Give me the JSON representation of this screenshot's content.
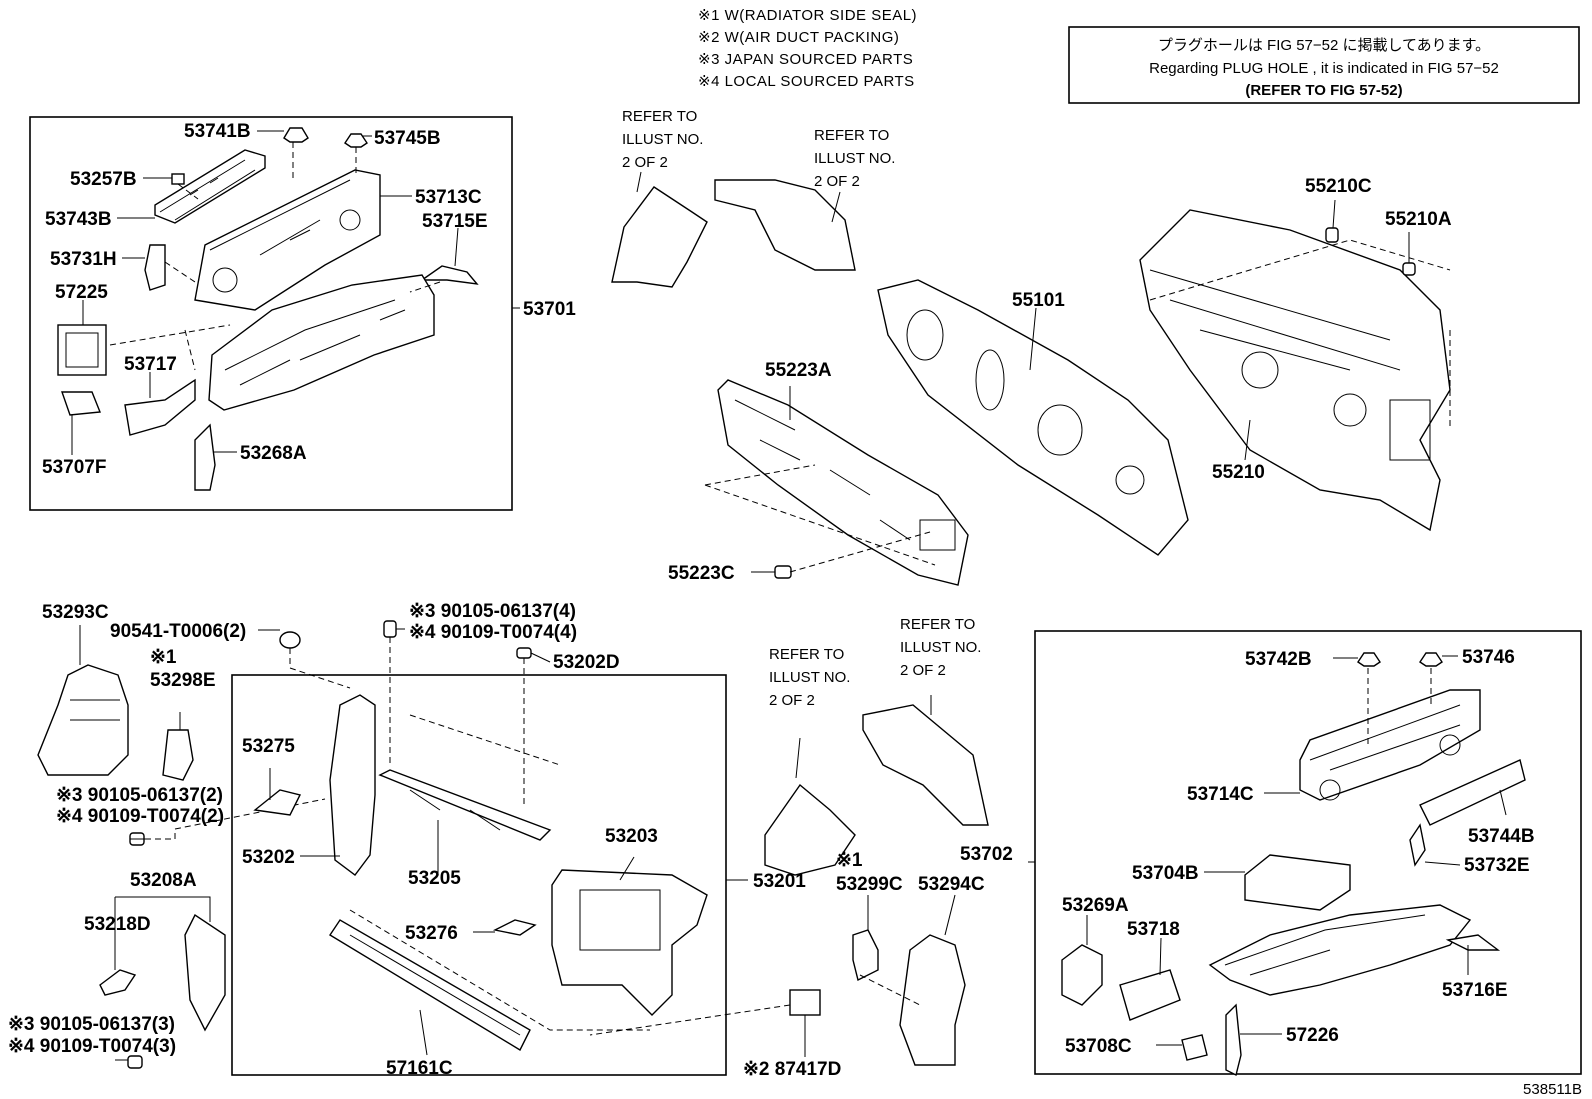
{
  "notes": [
    "※1 W(RADIATOR SIDE SEAL)",
    "※2 W(AIR DUCT PACKING)",
    "※3 JAPAN SOURCED PARTS",
    "※4 LOCAL SOURCED PARTS"
  ],
  "info_box": {
    "line1": "プラグホールは FIG 57−52 に掲載してあります。",
    "line2": "Regarding  PLUG  HOLE , it is indicated in FIG  57−52",
    "line3": "(REFER TO FIG 57-52)"
  },
  "refer_to": [
    "REFER TO",
    "ILLUST NO.",
    "2 OF 2"
  ],
  "labels": {
    "p53741B": "53741B",
    "p53745B": "53745B",
    "p53257B": "53257B",
    "p53743B": "53743B",
    "p53713C": "53713C",
    "p53715E": "53715E",
    "p53731H": "53731H",
    "p57225": "57225",
    "p53717": "53717",
    "p53701": "53701",
    "p53707F": "53707F",
    "p53268A": "53268A",
    "p55210C": "55210C",
    "p55210A": "55210A",
    "p55101": "55101",
    "p55223A": "55223A",
    "p55210": "55210",
    "p55223C": "55223C",
    "p53293C": "53293C",
    "p90541": "90541-T0006(2)",
    "m1a": "※1",
    "p53298E": "53298E",
    "b1a": "※3 90105-06137(2)",
    "b1b": "※4 90109-T0074(2)",
    "b2a": "※3 90105-06137(4)",
    "b2b": "※4 90109-T0074(4)",
    "p53202D": "53202D",
    "p53275": "53275",
    "p53202": "53202",
    "p53205": "53205",
    "p53203": "53203",
    "p53201": "53201",
    "p53276": "53276",
    "p53208A": "53208A",
    "p53218D": "53218D",
    "b3a": "※3 90105-06137(3)",
    "b3b": "※4 90109-T0074(3)",
    "p57161C": "57161C",
    "p87417D": "※2 87417D",
    "m1b": "※1",
    "p53299C": "53299C",
    "p53294C": "53294C",
    "p53702": "53702",
    "p53742B": "53742B",
    "p53746": "53746",
    "p53714C": "53714C",
    "p53744B": "53744B",
    "p53704B": "53704B",
    "p53732E": "53732E",
    "p53269A": "53269A",
    "p53718": "53718",
    "p53716E": "53716E",
    "p53708C": "53708C",
    "p57226": "57226"
  },
  "figure_id": "538511B"
}
